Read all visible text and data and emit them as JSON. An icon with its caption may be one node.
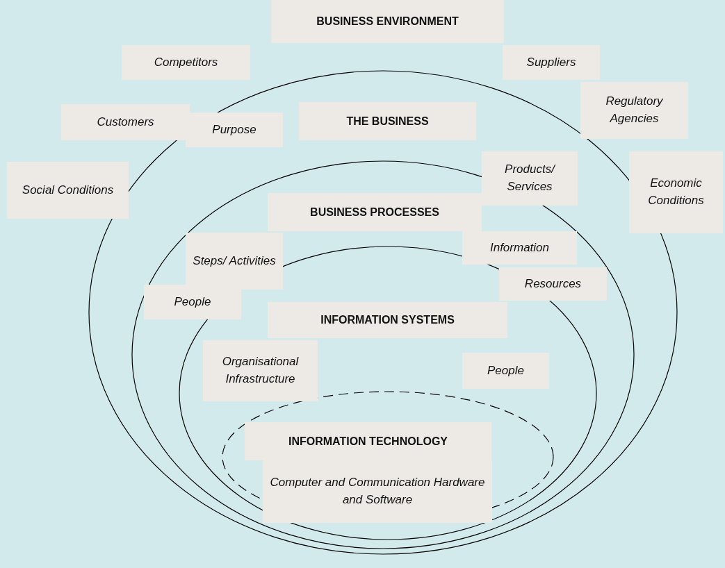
{
  "diagram": {
    "nodes": [
      {
        "text": [
          "BUSINESS ENVIRONMENT"
        ]
      },
      {
        "text": [
          "Competitors"
        ]
      },
      {
        "text": [
          "Suppliers"
        ]
      },
      {
        "text": [
          "Customers"
        ]
      },
      {
        "text": [
          "Regulatory Agencies"
        ]
      },
      {
        "text": [
          "THE BUSINESS"
        ]
      },
      {
        "text": [
          "Purpose"
        ]
      },
      {
        "text": [
          "Social Conditions"
        ]
      },
      {
        "text": [
          "Products/ Services"
        ]
      },
      {
        "text": [
          "Economic Conditions"
        ]
      },
      {
        "text": [
          "BUSINESS PROCESSES"
        ]
      },
      {
        "text": [
          "Steps/ Activities"
        ]
      },
      {
        "text": [
          "Information"
        ]
      },
      {
        "text": [
          "Resources"
        ]
      },
      {
        "text": [
          "People"
        ]
      },
      {
        "text": [
          "INFORMATION SYSTEMS"
        ]
      },
      {
        "text": [
          "Organisational Infrastructure"
        ]
      },
      {
        "text": [
          "People"
        ]
      },
      {
        "text": [
          "INFORMATION TECHNOLOGY"
        ]
      },
      {
        "text": [
          "Computer and Communication Hardware and Software"
        ]
      }
    ]
  }
}
